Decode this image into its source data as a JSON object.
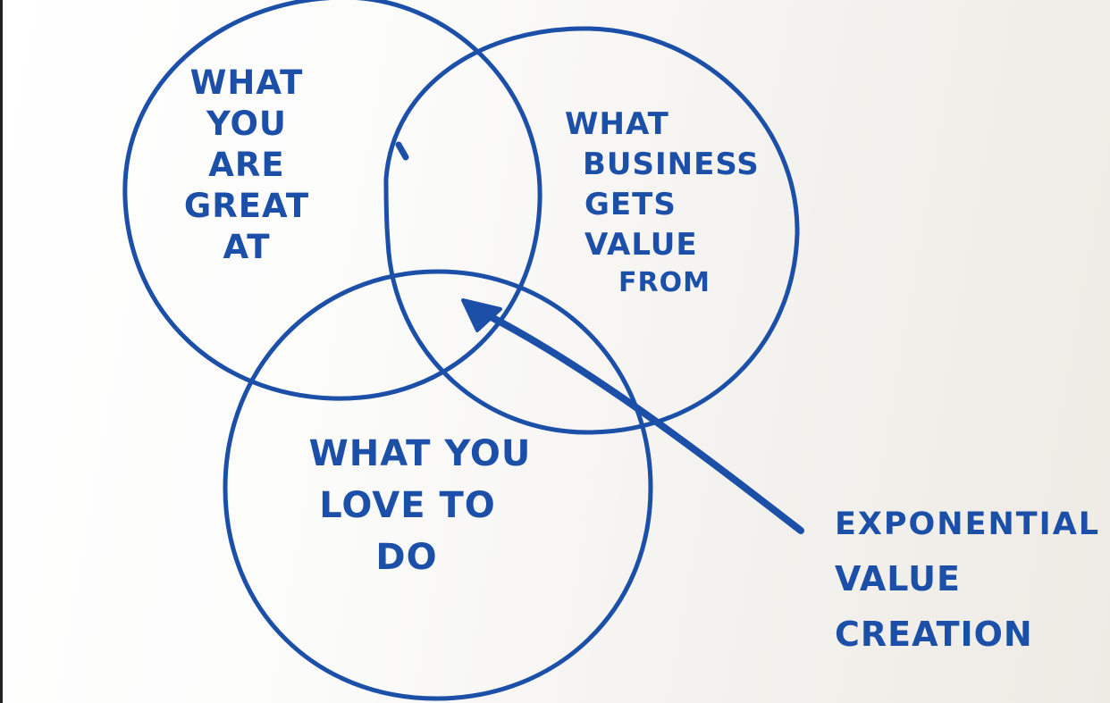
{
  "diagram": {
    "type": "venn",
    "circles": [
      {
        "id": "great",
        "lines": [
          "WHAT",
          "YOU",
          "ARE",
          "GREAT",
          "AT"
        ]
      },
      {
        "id": "business",
        "lines": [
          "WHAT",
          "BUSINESS",
          "GETS",
          "VALUE",
          "FROM"
        ]
      },
      {
        "id": "love",
        "lines": [
          "WHAT YOU",
          "LOVE TO",
          "DO"
        ]
      }
    ],
    "annotation": {
      "lines": [
        "EXPONENTIAL",
        "VALUE",
        "CREATION"
      ],
      "points_to": "center intersection"
    },
    "ink_color": "#1b4fa8"
  }
}
